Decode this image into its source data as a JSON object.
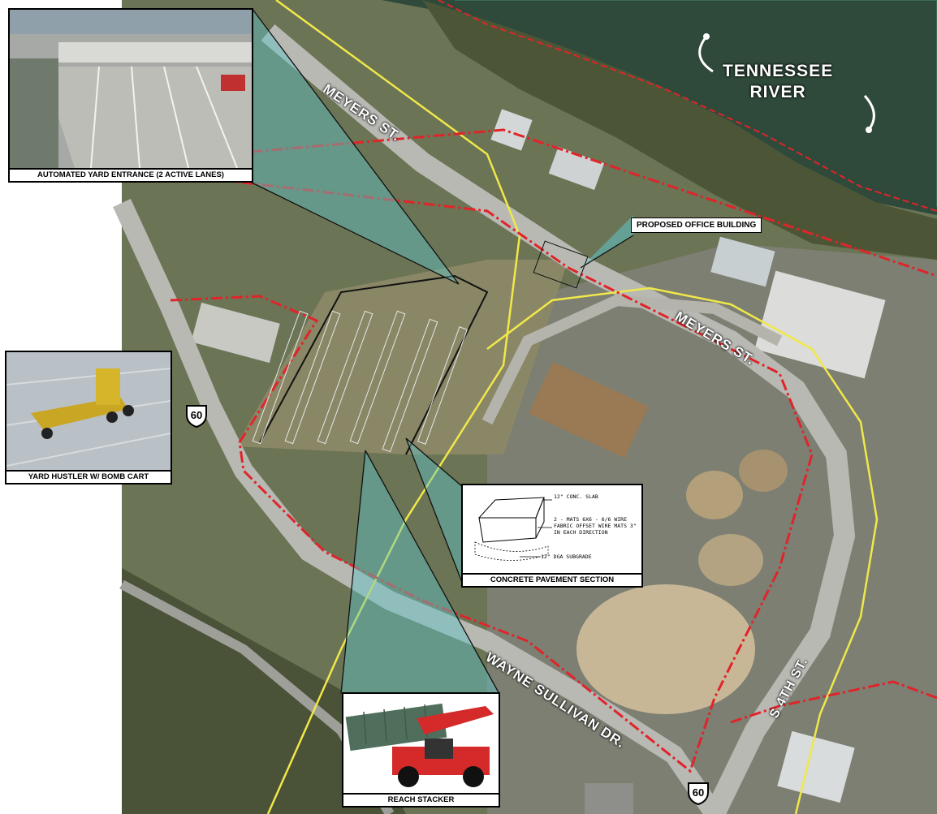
{
  "map": {
    "labels": {
      "river": "TENNESSEE\nRIVER",
      "meyers_1": "MEYERS ST.",
      "meyers_2": "MEYERS ST.",
      "wayne": "WAYNE SULLIVAN DR.",
      "fourth": "S 4TH ST."
    },
    "route_shield": "60",
    "route_shield_2": "60",
    "proposed_office": "PROPOSED OFFICE BUILDING"
  },
  "callouts": {
    "yard_entrance": "AUTOMATED YARD ENTRANCE (2 ACTIVE LANES)",
    "yard_hustler": "YARD HUSTLER W/ BOMB CART",
    "concrete": "CONCRETE PAVEMENT SECTION",
    "reach_stacker": "REACH STACKER",
    "concrete_notes": {
      "slab": "12\" CONC. SLAB",
      "mats": "2 - MATS 6X6 - 6/6 WIRE FABRIC OFFSET WIRE MATS 3\" IN EACH DIRECTION",
      "subgrade": "12\" DGA SUBGRADE"
    }
  },
  "colors": {
    "river": "#2f4a3a",
    "boundary": "#e0242a",
    "road": "#b9b9b4",
    "callout_fill": "#5fc6c8"
  }
}
